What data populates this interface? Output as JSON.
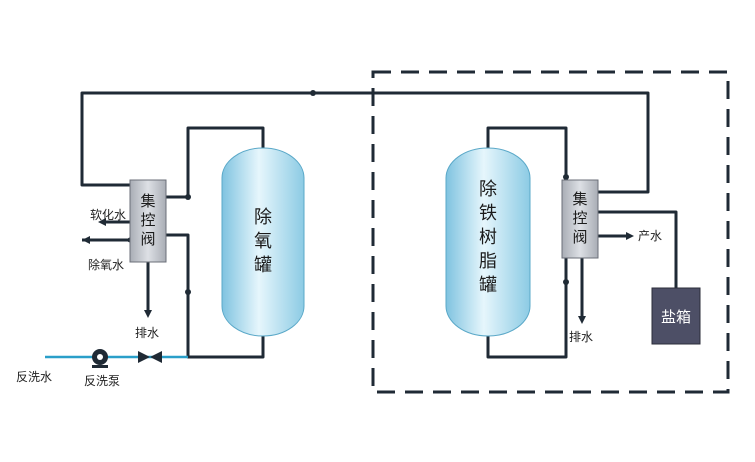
{
  "tanks": {
    "deoxygen_tank": "除\n氧\n罐",
    "iron_removal_tank": "除\n铁\n树\n脂\n罐"
  },
  "valves": {
    "left_control_valve": "集\n控\n阀",
    "right_control_valve": "集\n控\n阀"
  },
  "salt_box": "盐箱",
  "labels": {
    "softened_water": "软化水",
    "deoxygenated_water": "除氧水",
    "drain_left": "排水",
    "drain_right": "排水",
    "product_water": "产水",
    "backwash_water": "反洗水",
    "backwash_pump": "反洗泵"
  },
  "colors": {
    "pipe": "#1f2a35",
    "tank_fill": "#bfe3f2",
    "valve_fill": "#c9ccd2",
    "salt_box_fill": "#4d4f66",
    "inlet_pipe": "#2a9fc9",
    "dashed_border": "#1f2a35"
  }
}
